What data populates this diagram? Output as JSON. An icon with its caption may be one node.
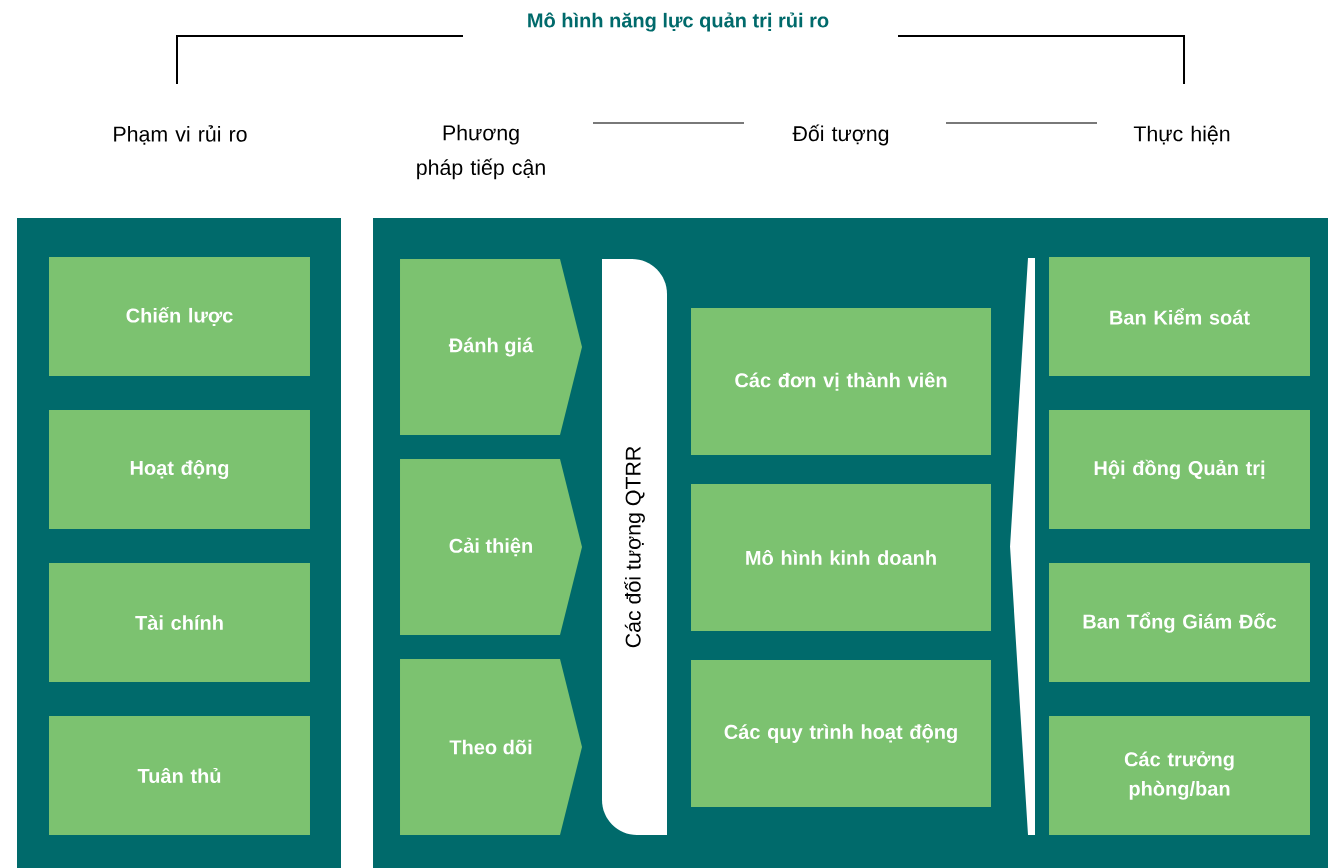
{
  "diagram": {
    "title": "Mô hình năng lực quản trị rủi ro",
    "nodes": [
      {
        "text": [
          "Phạm vi rủi ro"
        ]
      },
      {
        "text": [
          "Chiến lược"
        ],
        "in": 0
      },
      {
        "text": [
          "Hoạt động"
        ],
        "in": 0
      },
      {
        "text": [
          "Tài chính"
        ],
        "in": 0
      },
      {
        "text": [
          "Tuân thủ"
        ],
        "in": 0
      },
      {
        "text": [
          "Phương pháp tiếp cận",
          "Đối tượng",
          "Thực hiện"
        ]
      },
      {
        "text": [
          "Đánh giá"
        ],
        "in": 5
      },
      {
        "text": [
          "Cải thiện"
        ],
        "in": 5
      },
      {
        "text": [
          "Theo dõi"
        ],
        "in": 5
      },
      {
        "text": [
          "Các đối tượng QTRR"
        ],
        "in": 5
      },
      {
        "text": [
          "Các đơn vị thành viên"
        ],
        "in": 5
      },
      {
        "text": [
          "Mô hình kinh doanh"
        ],
        "in": 5
      },
      {
        "text": [
          "Các quy trình hoạt động"
        ],
        "in": 5
      },
      {
        "text": [],
        "shape": "wedge",
        "in": 5
      },
      {
        "text": [
          "Ban Kiểm soát"
        ],
        "in": 5
      },
      {
        "text": [
          "Hội đồng Quản trị"
        ],
        "in": 5
      },
      {
        "text": [
          "Ban Tổng Giám Đốc"
        ],
        "in": 5
      },
      {
        "text": [
          "Các trưởng phòng/ban"
        ],
        "in": 5
      }
    ]
  }
}
